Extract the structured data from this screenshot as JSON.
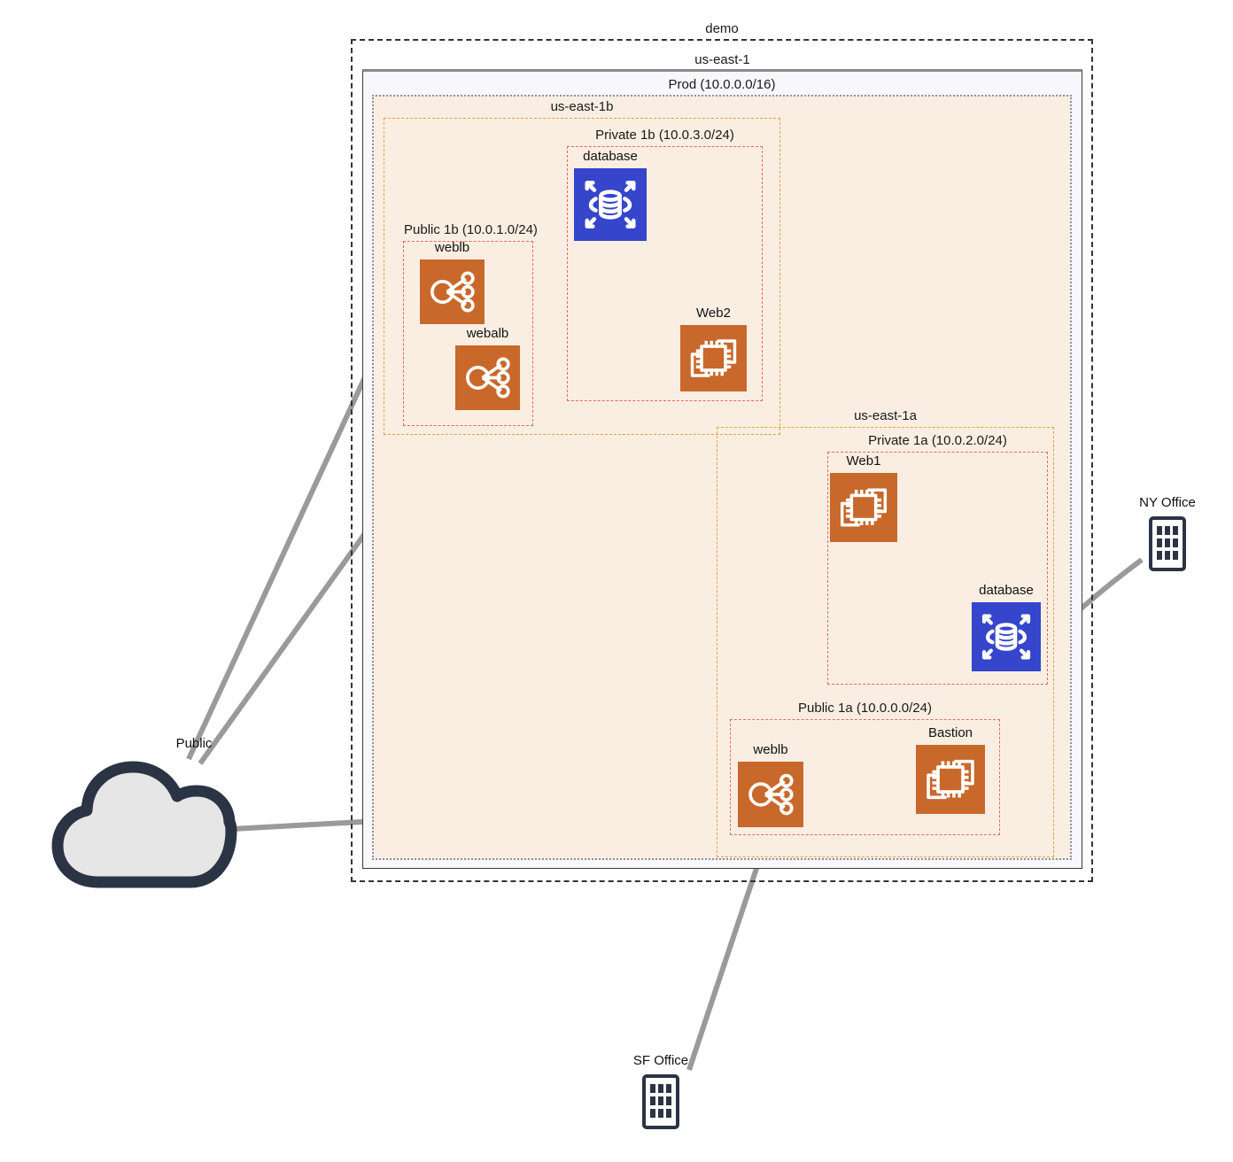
{
  "diagram": {
    "type": "aws-network-architecture",
    "title": "demo",
    "colors": {
      "service_orange": "#c9682b",
      "database_blue": "#3545cc",
      "vpc_fill": "#faeee2",
      "region_fill": "#f7f7fc",
      "az_border": "#e8a33d",
      "subnet_border": "#e8675c",
      "edge": "#9a9a9a",
      "outline_dark": "#2b3445",
      "cloud_fill": "#e6e6e6"
    }
  },
  "containers": [
    {
      "id": "demo",
      "label": "demo",
      "kind": "group"
    },
    {
      "id": "us-east-1",
      "label": "us-east-1",
      "kind": "region"
    },
    {
      "id": "prod",
      "label": "Prod (10.0.0.0/16)",
      "kind": "vpc"
    },
    {
      "id": "us-east-1b",
      "label": "us-east-1b",
      "kind": "availability-zone"
    },
    {
      "id": "private-1b",
      "label": "Private 1b (10.0.3.0/24)",
      "kind": "subnet"
    },
    {
      "id": "public-1b",
      "label": "Public 1b (10.0.1.0/24)",
      "kind": "subnet"
    },
    {
      "id": "us-east-1a",
      "label": "us-east-1a",
      "kind": "availability-zone"
    },
    {
      "id": "private-1a",
      "label": "Private 1a (10.0.2.0/24)",
      "kind": "subnet"
    },
    {
      "id": "public-1a",
      "label": "Public 1a (10.0.0.0/24)",
      "kind": "subnet"
    }
  ],
  "nodes": [
    {
      "id": "db-1b",
      "label": "database",
      "icon": "database-icon",
      "parent": "private-1b"
    },
    {
      "id": "weblb-1b",
      "label": "weblb",
      "icon": "load-balancer-icon",
      "parent": "public-1b"
    },
    {
      "id": "webalb-1b",
      "label": "webalb",
      "icon": "load-balancer-icon",
      "parent": "public-1b"
    },
    {
      "id": "web2",
      "label": "Web2",
      "icon": "ec2-instance-icon",
      "parent": "private-1b"
    },
    {
      "id": "web1",
      "label": "Web1",
      "icon": "ec2-instance-icon",
      "parent": "private-1a"
    },
    {
      "id": "db-1a",
      "label": "database",
      "icon": "database-icon",
      "parent": "private-1a"
    },
    {
      "id": "weblb-1a",
      "label": "weblb",
      "icon": "load-balancer-icon",
      "parent": "public-1a"
    },
    {
      "id": "bastion",
      "label": "Bastion",
      "icon": "ec2-instance-icon",
      "parent": "public-1a"
    },
    {
      "id": "public",
      "label": "Public",
      "icon": "cloud-icon",
      "parent": null
    },
    {
      "id": "ny-office",
      "label": "NY Office",
      "icon": "office-building-icon",
      "parent": null
    },
    {
      "id": "sf-office",
      "label": "SF Office",
      "icon": "office-building-icon",
      "parent": null
    }
  ],
  "edges": [
    {
      "from": "public",
      "to": "weblb-1b"
    },
    {
      "from": "public",
      "to": "webalb-1b"
    },
    {
      "from": "public",
      "to": "weblb-1a"
    },
    {
      "from": "weblb-1b",
      "to": "web2"
    },
    {
      "from": "weblb-1b",
      "to": "web1"
    },
    {
      "from": "webalb-1b",
      "to": "web2"
    },
    {
      "from": "webalb-1b",
      "to": "web1"
    },
    {
      "from": "web2",
      "to": "db-1b"
    },
    {
      "from": "web1",
      "to": "db-1b"
    },
    {
      "from": "web1",
      "to": "db-1a"
    },
    {
      "from": "web2",
      "to": "db-1a"
    },
    {
      "from": "weblb-1a",
      "to": "web2"
    },
    {
      "from": "weblb-1a",
      "to": "web1"
    },
    {
      "from": "bastion",
      "to": "web1"
    },
    {
      "from": "bastion",
      "to": "web2"
    },
    {
      "from": "ny-office",
      "to": "bastion"
    },
    {
      "from": "sf-office",
      "to": "web1"
    }
  ]
}
